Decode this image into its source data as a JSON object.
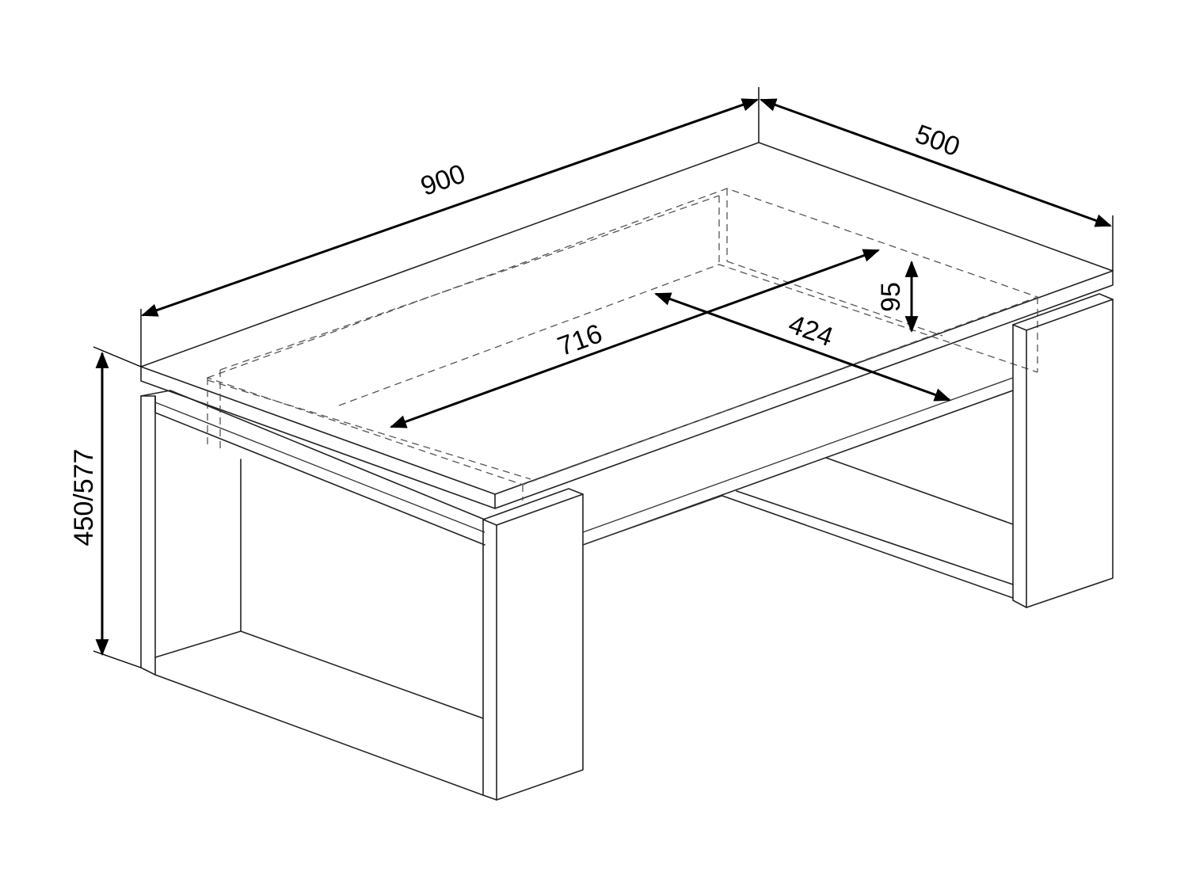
{
  "dimensions": {
    "length": "900",
    "depth": "500",
    "height": "450/577",
    "inner_length": "716",
    "inner_depth": "424",
    "inner_height": "95"
  },
  "colors": {
    "line": "#222222",
    "hidden_line": "#555555",
    "background": "#ffffff"
  }
}
